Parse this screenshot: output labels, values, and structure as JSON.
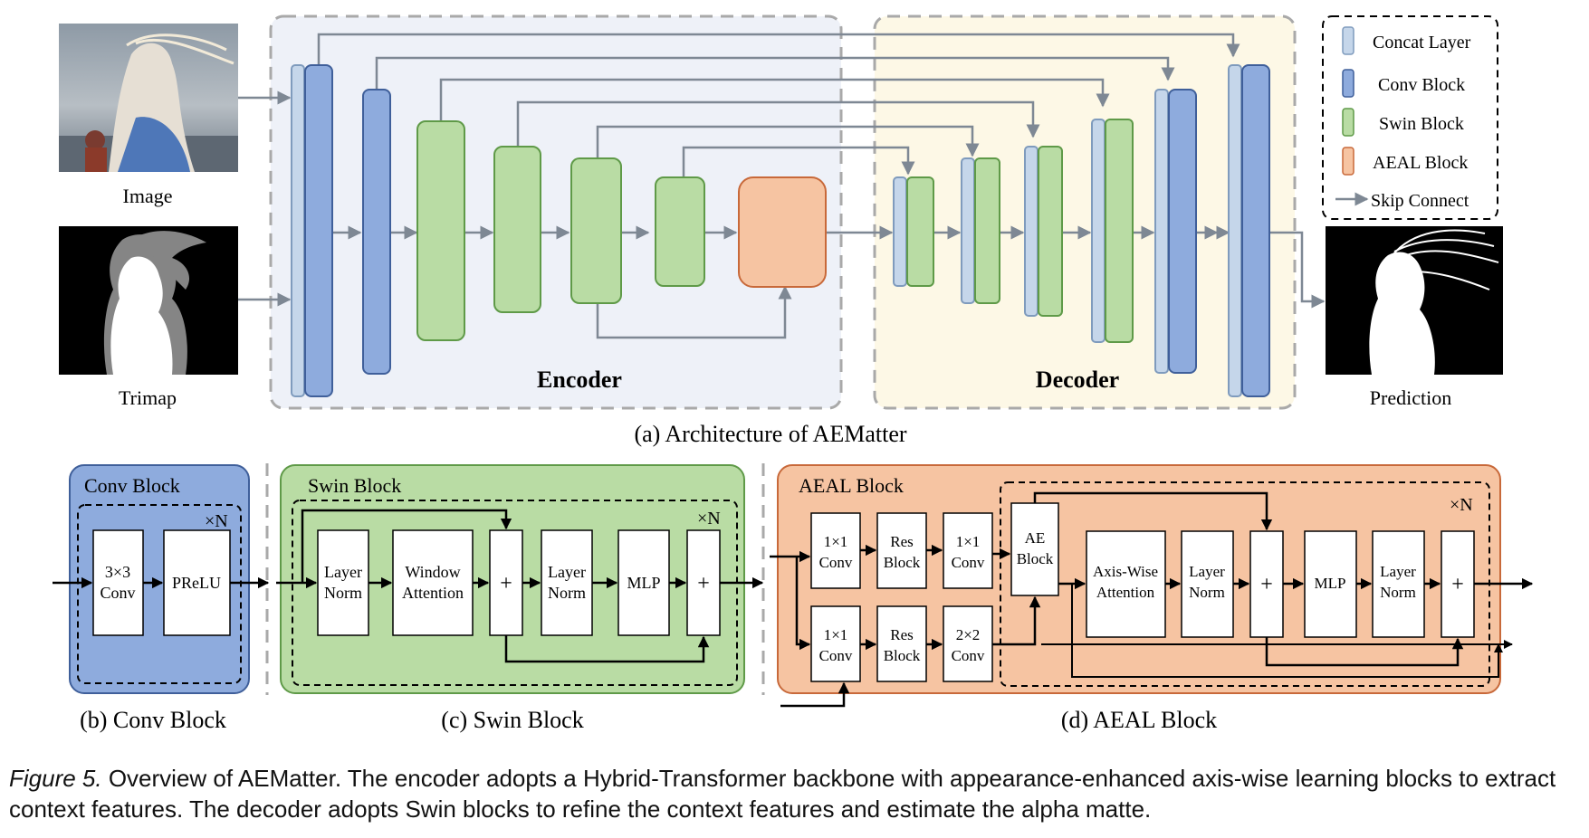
{
  "inputs": {
    "image_label": "Image",
    "trimap_label": "Trimap",
    "prediction_label": "Prediction"
  },
  "encoder_title": "Encoder",
  "decoder_title": "Decoder",
  "legend": {
    "concat": "Concat Layer",
    "conv": "Conv Block",
    "swin": "Swin Block",
    "aeal": "AEAL Block",
    "skip": "Skip Connect"
  },
  "subcaptions": {
    "a": "(a) Architecture of AEMatter",
    "b": "(b) Conv Block",
    "c": "(c) Swin Block",
    "d": "(d) AEAL Block"
  },
  "conv_block": {
    "title": "Conv Block",
    "repeat": "×N",
    "conv3": [
      "3×3",
      "Conv"
    ],
    "prelu": "PReLU"
  },
  "swin_block": {
    "title": "Swin Block",
    "repeat": "×N",
    "ln1": [
      "Layer",
      "Norm"
    ],
    "wattn": [
      "Window",
      "Attention"
    ],
    "plus": "+",
    "ln2": [
      "Layer",
      "Norm"
    ],
    "mlp": "MLP"
  },
  "aeal_block": {
    "title": "AEAL Block",
    "repeat": "×N",
    "conv1a": [
      "1×1",
      "Conv"
    ],
    "res_a": [
      "Res",
      "Block"
    ],
    "conv1b": [
      "1×1",
      "Conv"
    ],
    "conv1c": [
      "1×1",
      "Conv"
    ],
    "res_b": [
      "Res",
      "Block"
    ],
    "conv2": [
      "2×2",
      "Conv"
    ],
    "ae": [
      "AE",
      "Block"
    ],
    "axis": [
      "Axis-Wise",
      "Attention"
    ],
    "ln1": [
      "Layer",
      "Norm"
    ],
    "plus": "+",
    "mlp": "MLP",
    "ln2": [
      "Layer",
      "Norm"
    ]
  },
  "caption": {
    "label": "Figure 5.",
    "text": " Overview of AEMatter. The encoder adopts a Hybrid-Transformer backbone with appearance-enhanced axis-wise learning blocks to extract context features. The decoder adopts Swin blocks to refine the context features and estimate the alpha matte."
  },
  "colors": {
    "concat": "#c5d6ea",
    "conv": "#8eabdd",
    "swin": "#b9dcA4",
    "aeal": "#f6c4a2",
    "enc_bg": "#eef1f8",
    "dec_bg": "#fdf8e6",
    "arrow_gray": "#808a96"
  },
  "icons": [
    "image-photo",
    "trimap-mask",
    "prediction-matte"
  ]
}
